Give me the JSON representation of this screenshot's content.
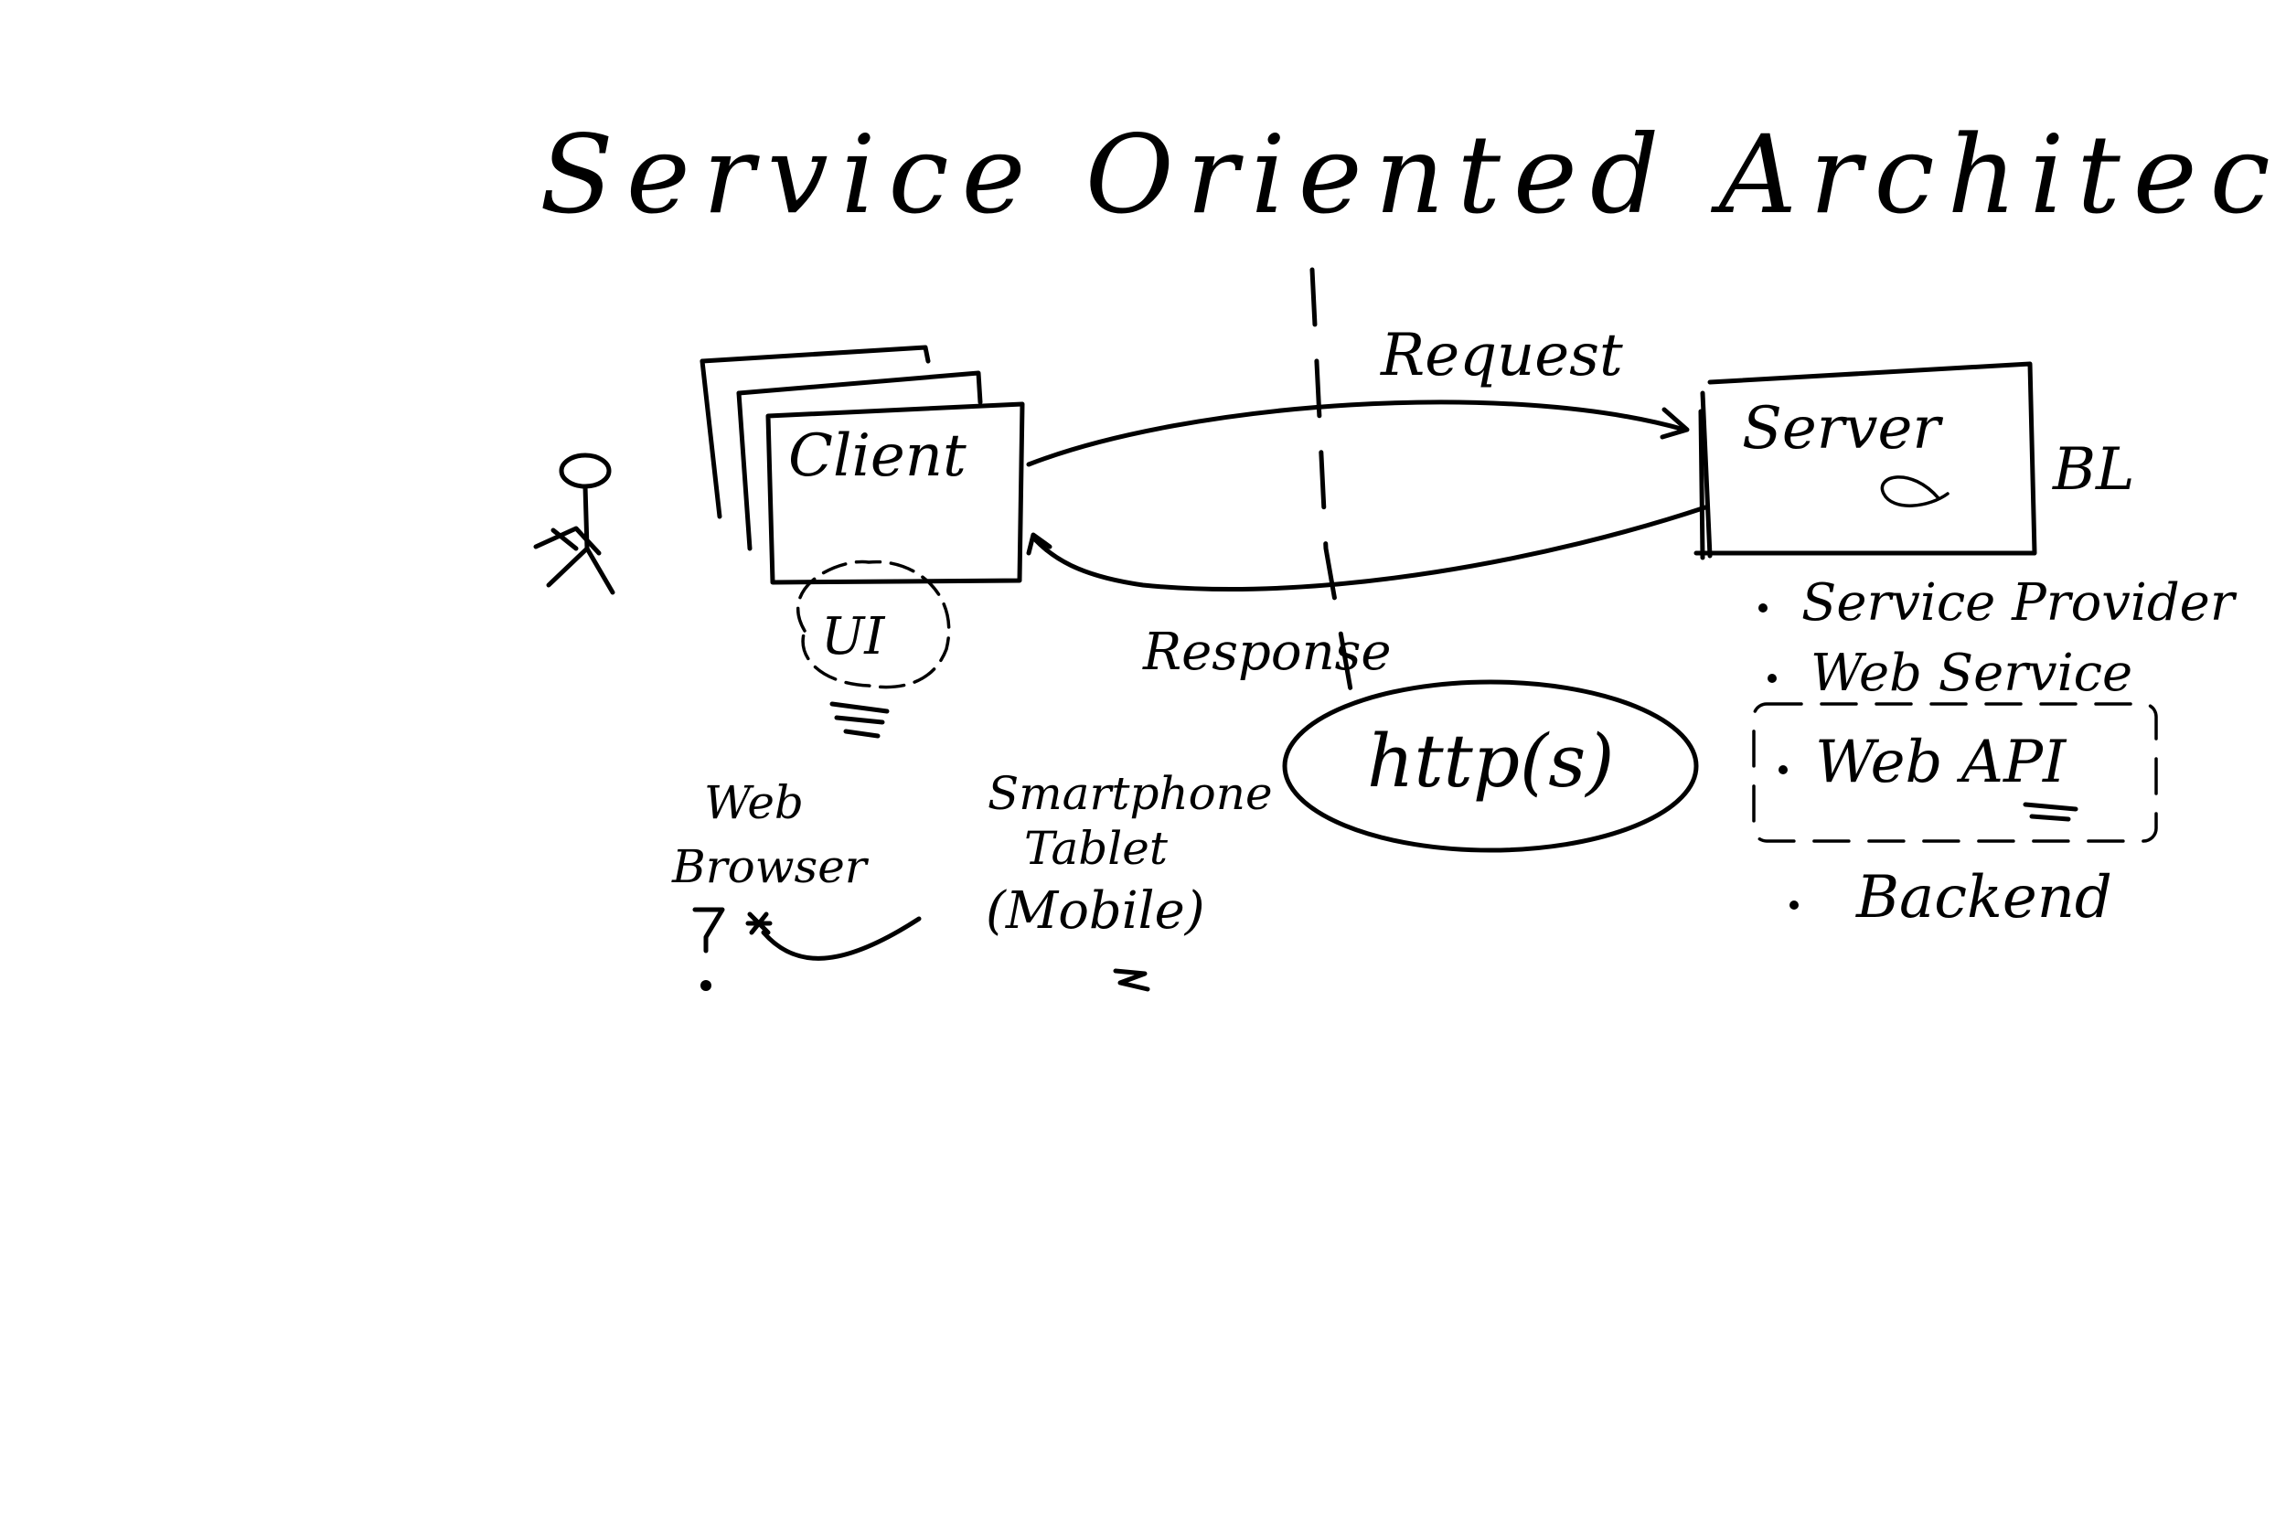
{
  "title": "Service Oriented Architecture (SOA)",
  "client": {
    "label": "Client",
    "ui_label": "UI"
  },
  "server": {
    "label": "Server",
    "bl_label": "BL"
  },
  "arrows": {
    "request": "Request",
    "response": "Response"
  },
  "protocol": "http(s)",
  "client_types": {
    "browser_line1": "Web",
    "browser_line2": "Browser",
    "mobile_line1": "Smartphone",
    "mobile_line2": "Tablet",
    "mobile_line3": "(Mobile)"
  },
  "server_terms": [
    "Service Provider",
    "Web Service",
    "Web API",
    "Backend"
  ]
}
